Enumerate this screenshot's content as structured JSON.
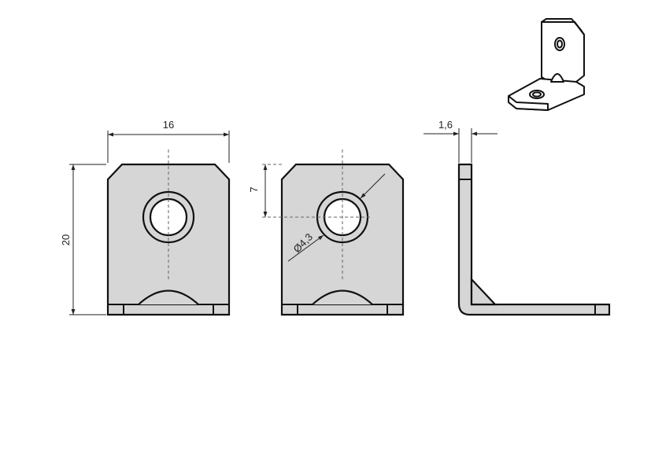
{
  "colors": {
    "part_fill": "#d6d6d6",
    "outline": "#111111",
    "dim_line": "#222222",
    "center_line": "#666666",
    "background": "#ffffff"
  },
  "dimensions": {
    "width": "16",
    "height": "20",
    "hole_offset": "7",
    "hole_diameter": "Ø4,3",
    "thickness": "1,6"
  }
}
